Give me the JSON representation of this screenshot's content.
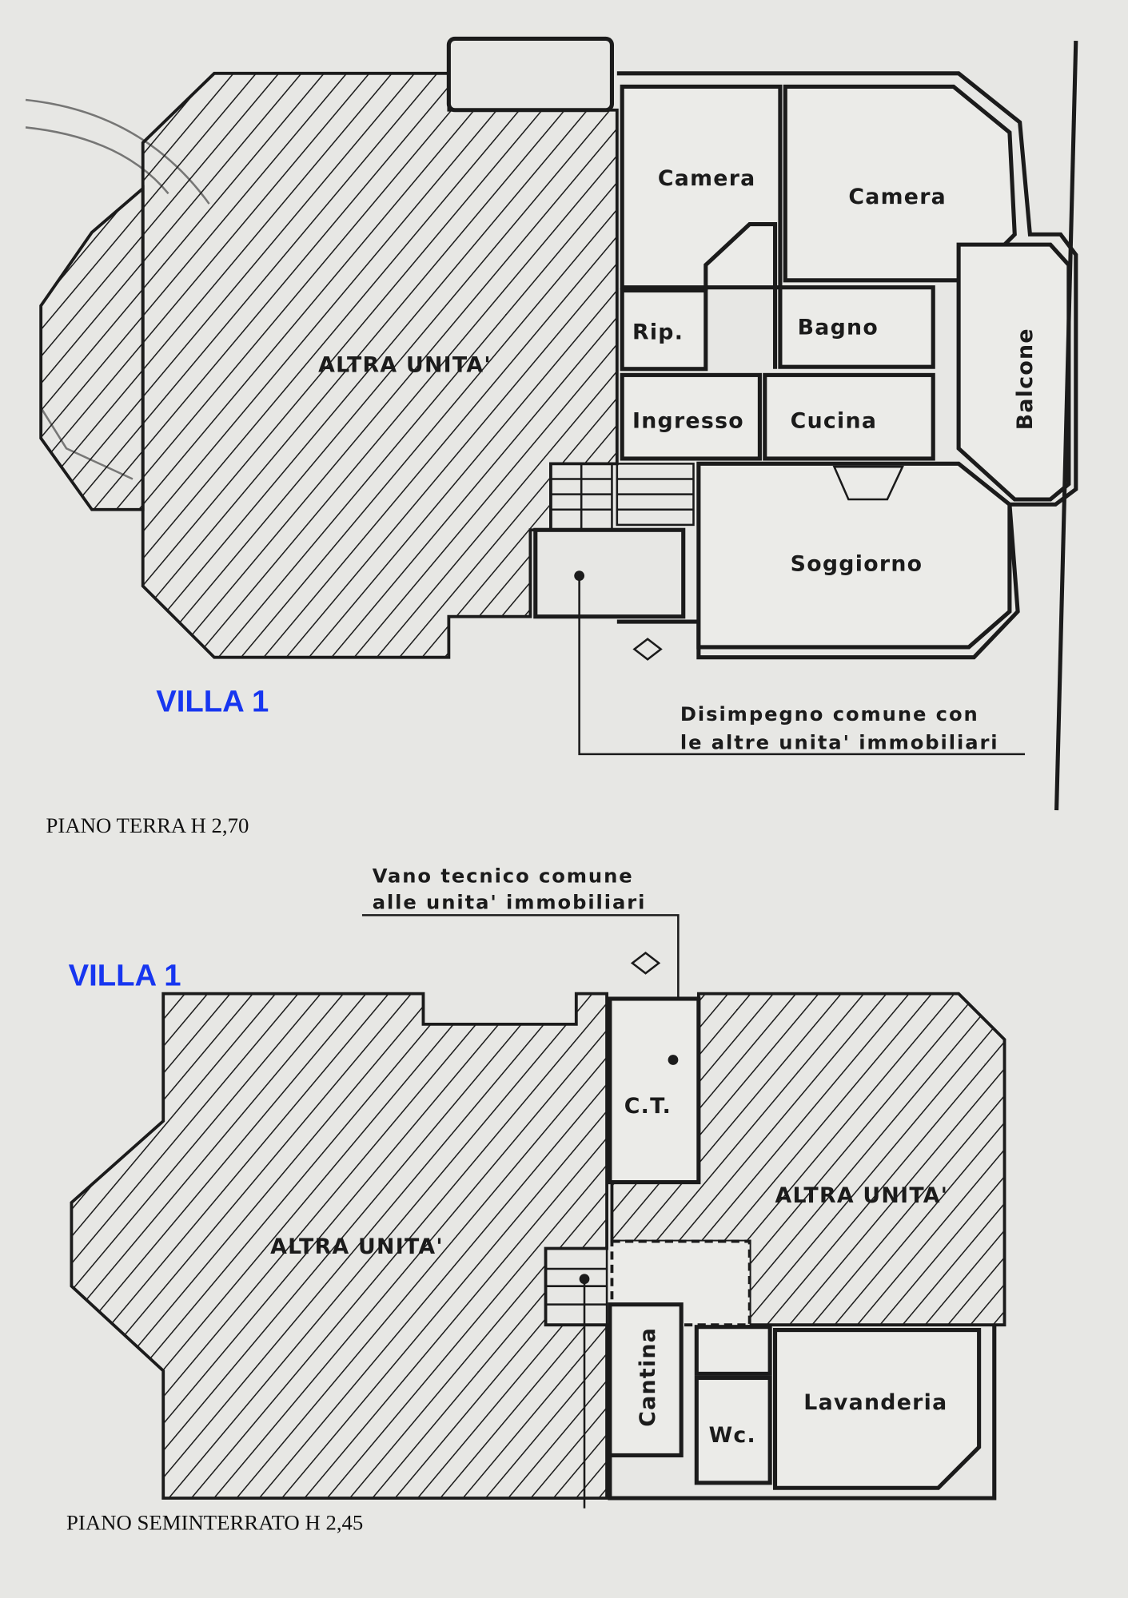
{
  "ground_floor": {
    "villa_label": "VILLA 1",
    "floor_label": "PIANO TERRA H 2,70",
    "other_unit": "ALTRA UNITA'",
    "rooms": [
      "Camera",
      "Camera",
      "Rip.",
      "Bagno",
      "Ingresso",
      "Cucina",
      "Soggiorno",
      "Balcone"
    ],
    "note_line1": "Disimpegno comune con",
    "note_line2": "le altre unita' immobiliari"
  },
  "basement": {
    "villa_label": "VILLA 1",
    "floor_label": "PIANO SEMINTERRATO H 2,45",
    "note_line1": "Vano tecnico comune",
    "note_line2": "alle unita' immobiliari",
    "other_unit_left": "ALTRA UNITA'",
    "other_unit_right": "ALTRA UNITA'",
    "rooms": [
      "C.T.",
      "Cantina",
      "Wc.",
      "Lavanderia"
    ]
  }
}
